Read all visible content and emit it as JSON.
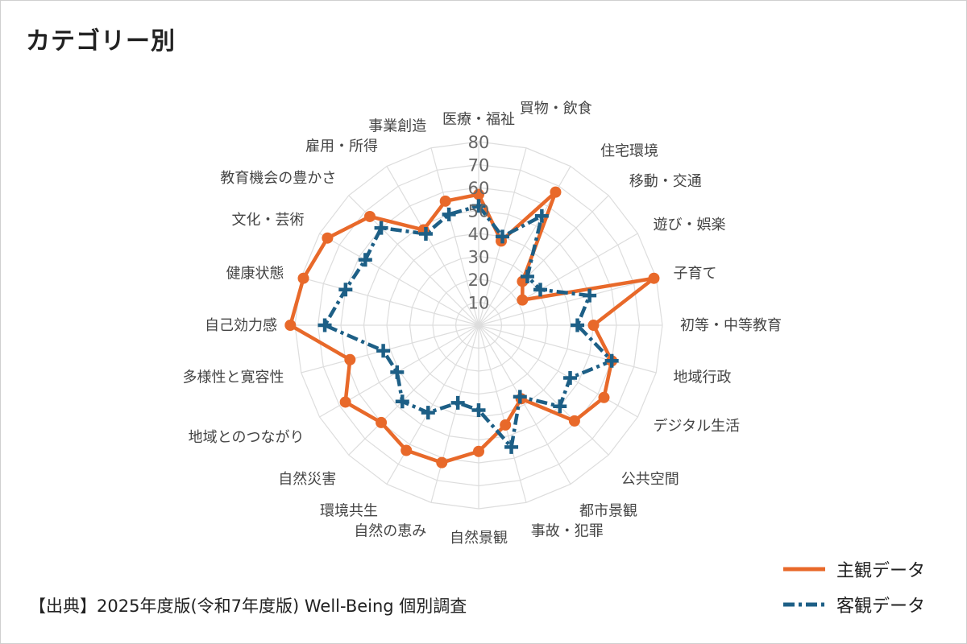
{
  "title": "カテゴリー別",
  "source": "【出典】2025年度版(令和7年度版) Well-Being 個別調査",
  "colors": {
    "subjective": "#e8692a",
    "objective": "#1d5f86",
    "grid": "#dddddd",
    "label": "#444444",
    "tick": "#666666"
  },
  "legend": {
    "subjective": "主観データ",
    "objective": "客観データ"
  },
  "chart_data": {
    "type": "radar",
    "title": "カテゴリー別",
    "r_range": [
      0,
      80
    ],
    "r_ticks": [
      10,
      20,
      30,
      40,
      50,
      60,
      70,
      80
    ],
    "grid": true,
    "legend_position": "bottom-right",
    "categories": [
      "医療・福祉",
      "買物・飲食",
      "住宅環境",
      "移動・交通",
      "遊び・娯楽",
      "子育て",
      "初等・中等教育",
      "地域行政",
      "デジタル生活",
      "公共空間",
      "都市景観",
      "事故・犯罪",
      "自然景観",
      "自然の恵み",
      "環境共生",
      "自然災害",
      "地域とのつながり",
      "多様性と寛容性",
      "自己効力感",
      "健康状態",
      "文化・芸術",
      "教育機会の豊かさ",
      "雇用・所得",
      "事業創造"
    ],
    "series": [
      {
        "name": "主観データ",
        "values": [
          57,
          38,
          67,
          27,
          22,
          79,
          50,
          60,
          63,
          59,
          37,
          45,
          55,
          62,
          63,
          60,
          67,
          58,
          82,
          79,
          76,
          67,
          48,
          56
        ]
      },
      {
        "name": "客観データ",
        "values": [
          52,
          40,
          55,
          30,
          31,
          50,
          43,
          60,
          46,
          50,
          36,
          55,
          37,
          35,
          44,
          47,
          41,
          43,
          67,
          60,
          57,
          60,
          46,
          50
        ]
      }
    ]
  }
}
